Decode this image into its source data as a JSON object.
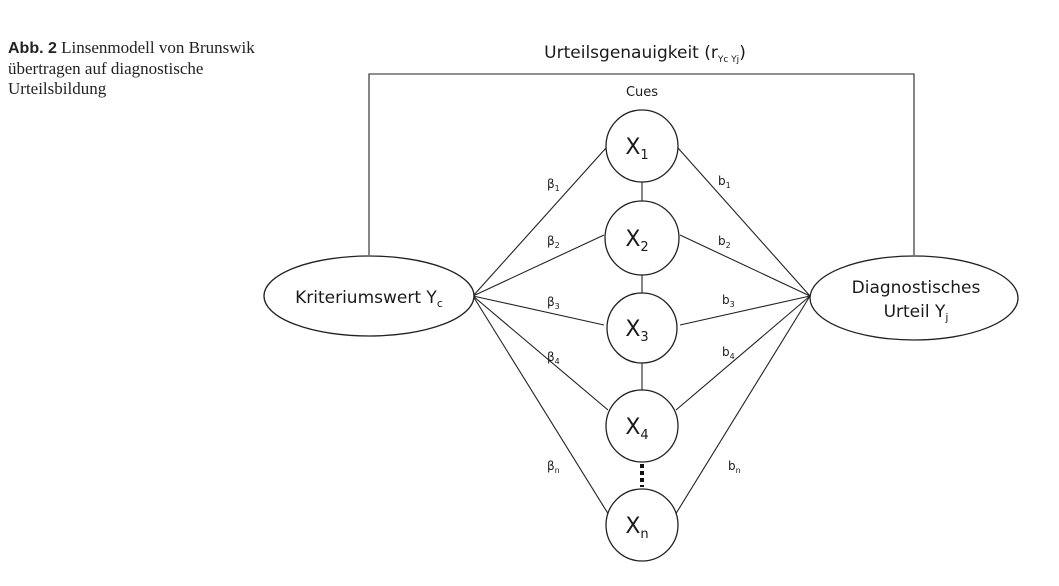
{
  "caption": {
    "label": "Abb. 2",
    "text": "Linsenmodell von Brunswik übertragen auf diagnostische Urteilsbildung"
  },
  "diagram": {
    "title": "Urteilsgenauigkeit (r",
    "title_sub": "Yc Yj",
    "title_close": ")",
    "cues_label": "Cues",
    "criterion": {
      "text": "Kriteriumswert Y",
      "sub": "c"
    },
    "judgment": {
      "line1": "Diagnostisches",
      "line2": "Urteil Y",
      "sub": "j"
    },
    "cues": [
      {
        "base": "X",
        "sub": "1",
        "beta": "β",
        "beta_sub": "1",
        "b": "b",
        "b_sub": "1"
      },
      {
        "base": "X",
        "sub": "2",
        "beta": "β",
        "beta_sub": "2",
        "b": "b",
        "b_sub": "2"
      },
      {
        "base": "X",
        "sub": "3",
        "beta": "β",
        "beta_sub": "3",
        "b": "b",
        "b_sub": "3"
      },
      {
        "base": "X",
        "sub": "4",
        "beta": "β",
        "beta_sub": "4",
        "b": "b",
        "b_sub": "4"
      },
      {
        "base": "X",
        "sub": "n",
        "beta": "β",
        "beta_sub": "n",
        "b": "b",
        "b_sub": "n"
      }
    ]
  }
}
